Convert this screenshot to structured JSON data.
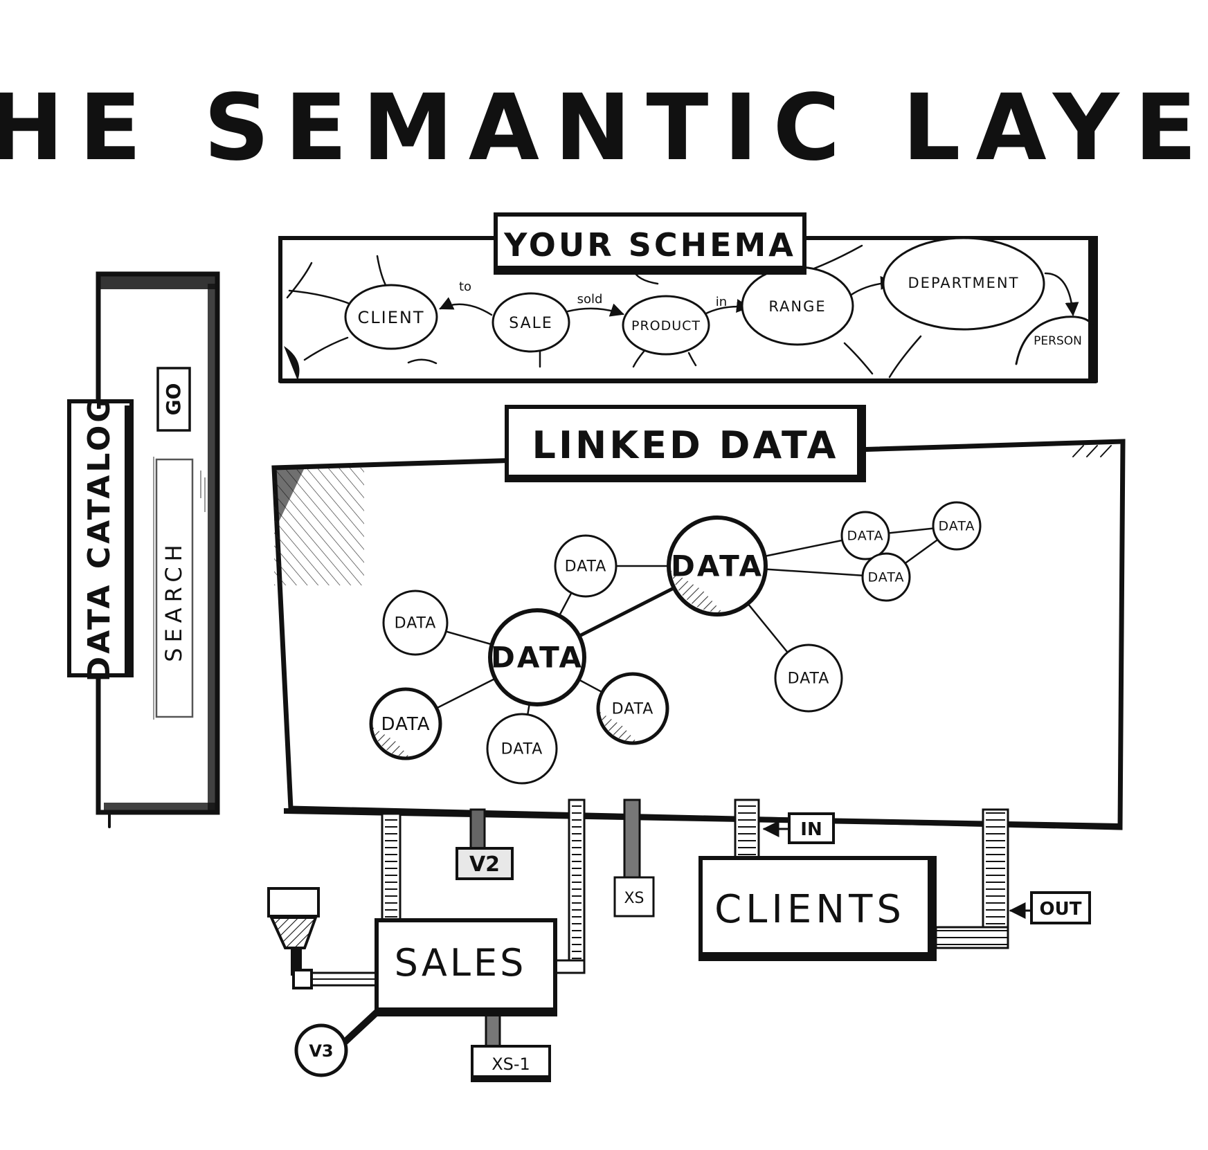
{
  "title": "THE SEMANTIC LAYER",
  "schema": {
    "heading": "YOUR SCHEMA",
    "nodes": {
      "client": "CLIENT",
      "sale": "SALE",
      "product": "PRODUCT",
      "range": "RANGE",
      "department": "DEPARTMENT",
      "person": "PERSON"
    },
    "edges": {
      "to": "to",
      "sold": "sold",
      "in": "in"
    }
  },
  "catalog": {
    "heading": "DATA CATALOG",
    "search_placeholder": "SEARCH",
    "go_label": "GO"
  },
  "linked_data": {
    "heading": "LINKED DATA",
    "node_label": "DATA"
  },
  "outputs": {
    "sales": "SALES",
    "clients": "CLIENTS",
    "v2": "V2",
    "xs": "XS",
    "v3": "V3",
    "xs1": "XS-1",
    "in_tag": "IN",
    "out_tag": "OUT"
  }
}
